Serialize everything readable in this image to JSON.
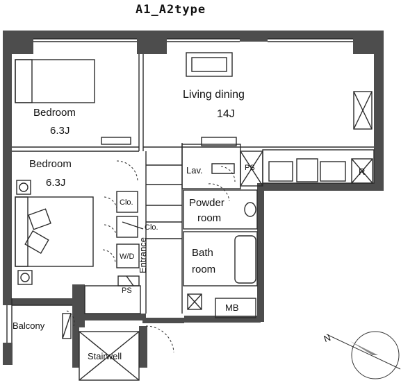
{
  "plan": {
    "title": "A1_A2type",
    "rooms": {
      "living_dining": {
        "name": "Living dining",
        "size": "14J"
      },
      "bedroom_top": {
        "name": "Bedroom",
        "size": "6.3J"
      },
      "bedroom_main": {
        "name": "Bedroom",
        "size": "6.3J"
      },
      "lavatory": "Lav.",
      "powder_room": {
        "line1": "Powder",
        "line2": "room"
      },
      "bath_room": {
        "line1": "Bath",
        "line2": "room"
      },
      "closet_1": "Clo.",
      "closet_2": "Clo.",
      "washer_dryer": "W/D",
      "pipe_space_1": "PS",
      "pipe_space_2": "PS",
      "refrigerator": "R",
      "entrance": "Entrance",
      "meter_box": "MB",
      "balcony": "Balcony",
      "stairwell": "Stairwell"
    },
    "compass": {
      "north_label": "N"
    },
    "colors": {
      "wall": "#4a4a4a",
      "line": "#222222",
      "background": "#ffffff"
    }
  }
}
